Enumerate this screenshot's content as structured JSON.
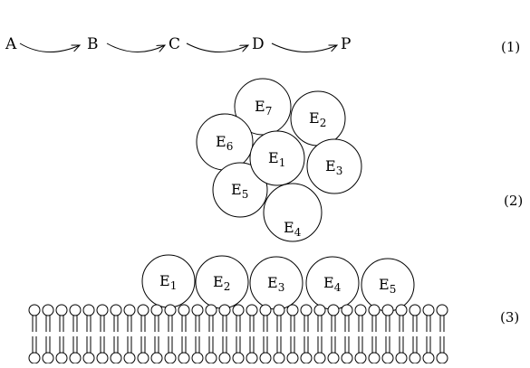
{
  "pathway": {
    "nodes": [
      "A",
      "B",
      "C",
      "D",
      "P"
    ],
    "label": "(1)"
  },
  "cluster": {
    "label": "(2)",
    "enzymes": [
      {
        "id": "E7",
        "base": "E",
        "sub": "7"
      },
      {
        "id": "E2",
        "base": "E",
        "sub": "2"
      },
      {
        "id": "E6",
        "base": "E",
        "sub": "6"
      },
      {
        "id": "E1",
        "base": "E",
        "sub": "1"
      },
      {
        "id": "E3",
        "base": "E",
        "sub": "3"
      },
      {
        "id": "E5",
        "base": "E",
        "sub": "5"
      },
      {
        "id": "E4",
        "base": "E",
        "sub": "4"
      }
    ]
  },
  "membrane_row": {
    "label": "(3)",
    "enzymes": [
      {
        "id": "E1",
        "base": "E",
        "sub": "1"
      },
      {
        "id": "E2",
        "base": "E",
        "sub": "2"
      },
      {
        "id": "E3",
        "base": "E",
        "sub": "3"
      },
      {
        "id": "E4",
        "base": "E",
        "sub": "4"
      },
      {
        "id": "E5",
        "base": "E",
        "sub": "5"
      }
    ]
  }
}
